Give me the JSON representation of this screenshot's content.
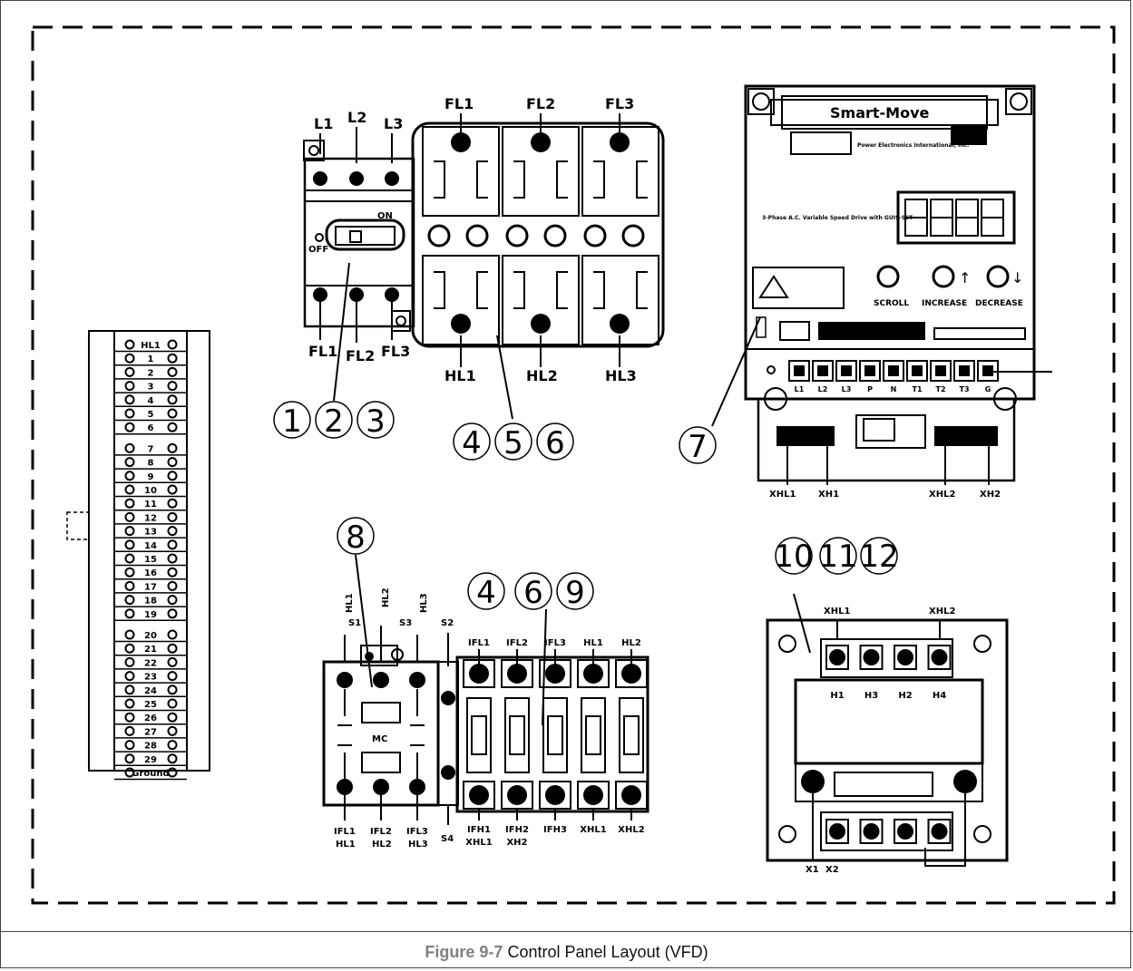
{
  "caption": {
    "figure": "Figure 9-7",
    "text": "Control Panel Layout (VFD)"
  },
  "callouts": [
    "1",
    "2",
    "3",
    "4",
    "5",
    "6",
    "7",
    "8",
    "9",
    "10",
    "11",
    "12"
  ],
  "disconnect": {
    "top": [
      "L1",
      "L2",
      "L3"
    ],
    "bottom": [
      "FL1",
      "FL2",
      "FL3"
    ],
    "on": "ON",
    "off": "OFF"
  },
  "fuse_block": {
    "top": [
      "FL1",
      "FL2",
      "FL3"
    ],
    "bottom": [
      "HL1",
      "HL2",
      "HL3"
    ]
  },
  "vfd": {
    "brand": "Smart-Move",
    "maker": "Power Electronics International, Inc.",
    "desc": "3-Phase A.C. Variable Speed Drive with GUIS-SST",
    "buttons": [
      "SCROLL",
      "INCREASE",
      "DECREASE"
    ],
    "terminals": [
      "L1",
      "L2",
      "L3",
      "P",
      "N",
      "T1",
      "T2",
      "T3",
      "G"
    ],
    "bottom": [
      "XHL1",
      "XH1",
      "XHL2",
      "XH2"
    ]
  },
  "contactor": {
    "top": [
      "HL1",
      "HL2",
      "HL3"
    ],
    "aux": [
      "S1",
      "S3",
      "S2"
    ],
    "label": "MC",
    "bottom": [
      "IFL1",
      "IFL2",
      "IFL3"
    ],
    "bottom2": [
      "HL1",
      "HL2",
      "HL3"
    ],
    "s4": "S4"
  },
  "fuse_block2": {
    "top": [
      "IFL1",
      "IFL2",
      "IFL3",
      "HL1",
      "HL2"
    ],
    "bottom": [
      "IFH1",
      "IFH2",
      "IFH3",
      "XHL1",
      "XHL2"
    ],
    "bottom2": [
      "XHL1",
      "XH2"
    ]
  },
  "transformer": {
    "top": [
      "XHL1",
      "XHL2"
    ],
    "h": [
      "H1",
      "H3",
      "H2",
      "H4"
    ],
    "x": [
      "X1",
      "X2"
    ]
  },
  "terminal_strip": {
    "labels": [
      "HL1",
      "1",
      "2",
      "3",
      "4",
      "5",
      "6",
      "7",
      "8",
      "9",
      "10",
      "11",
      "12",
      "13",
      "14",
      "15",
      "16",
      "17",
      "18",
      "19",
      "20",
      "21",
      "22",
      "23",
      "24",
      "25",
      "26",
      "27",
      "28",
      "29",
      "Ground"
    ]
  }
}
